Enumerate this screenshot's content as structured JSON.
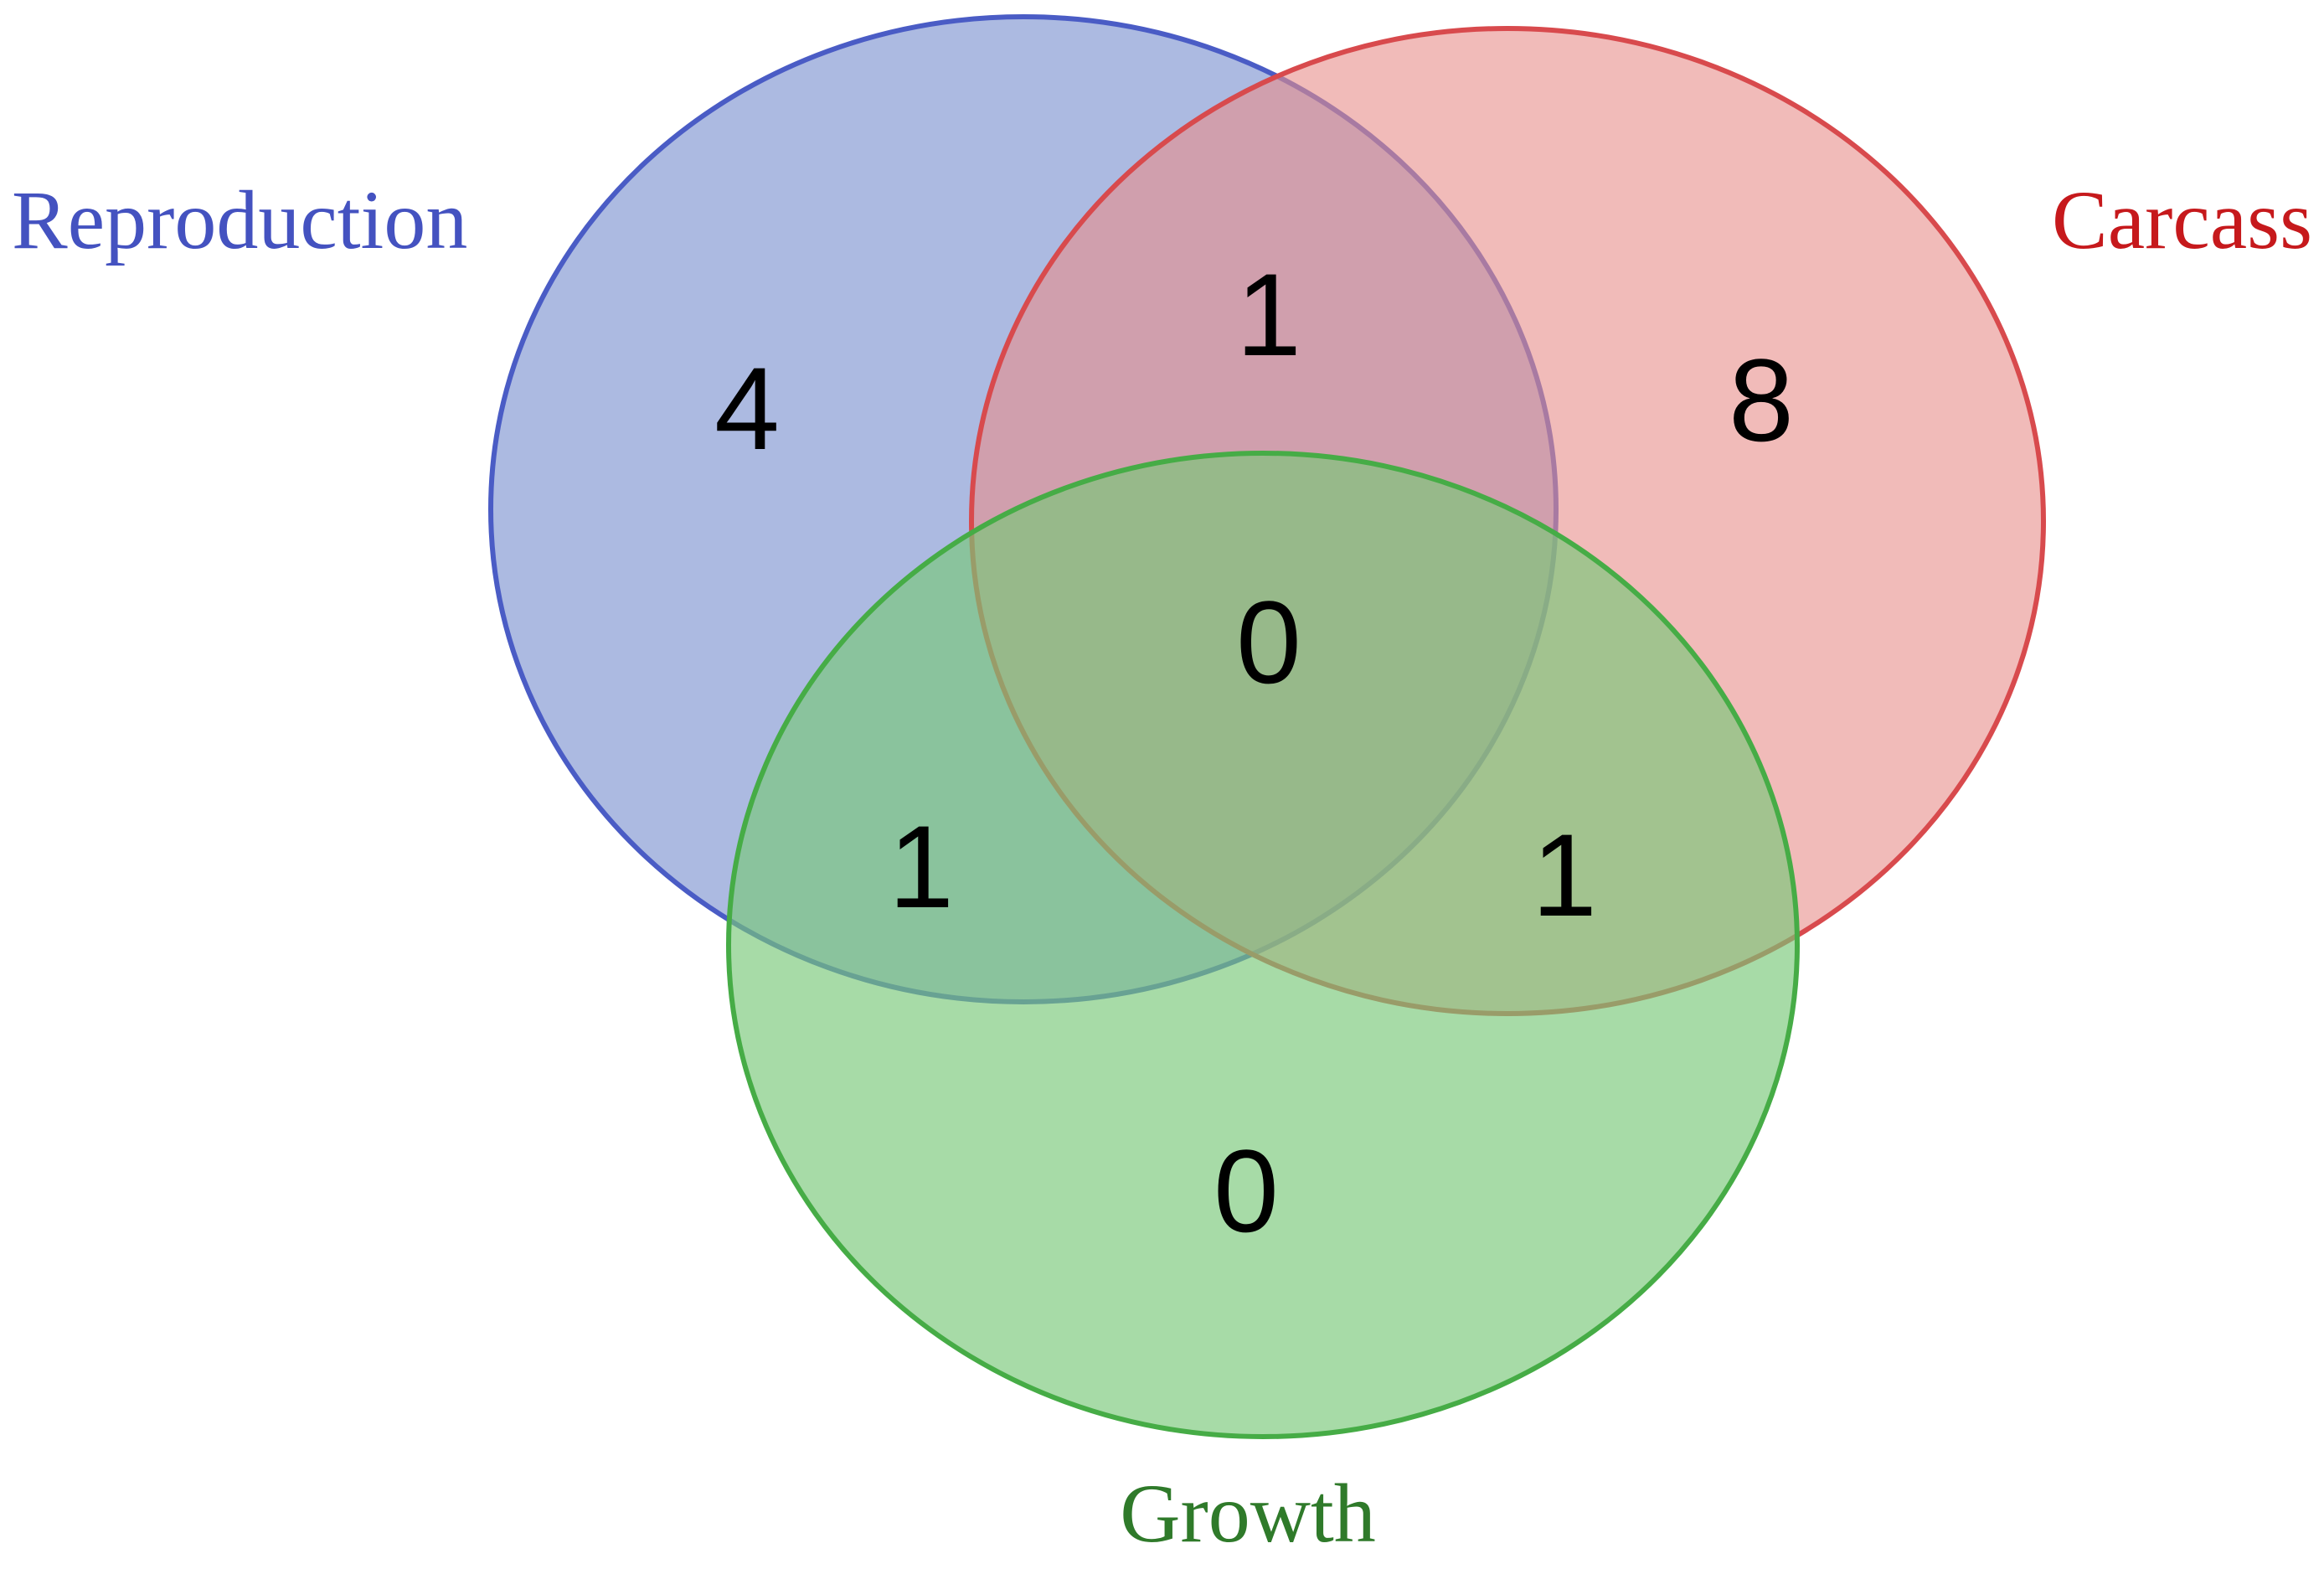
{
  "sets": [
    {
      "id": "reproduction",
      "label": "Reproduction",
      "fill": "#8c9fd6",
      "stroke": "#4a5cc5",
      "label_color": "#4452c0"
    },
    {
      "id": "carcass",
      "label": "Carcass",
      "fill": "#e78e8b",
      "stroke": "#d84a4d",
      "label_color": "#c6191c"
    },
    {
      "id": "growth",
      "label": "Growth",
      "fill": "#78c878",
      "stroke": "#46ac46",
      "label_color": "#2f7a2a"
    }
  ],
  "regions": {
    "reproduction_only": "4",
    "carcass_only": "8",
    "growth_only": "0",
    "reproduction_carcass": "1",
    "reproduction_growth": "1",
    "carcass_growth": "1",
    "all_three": "0"
  }
}
